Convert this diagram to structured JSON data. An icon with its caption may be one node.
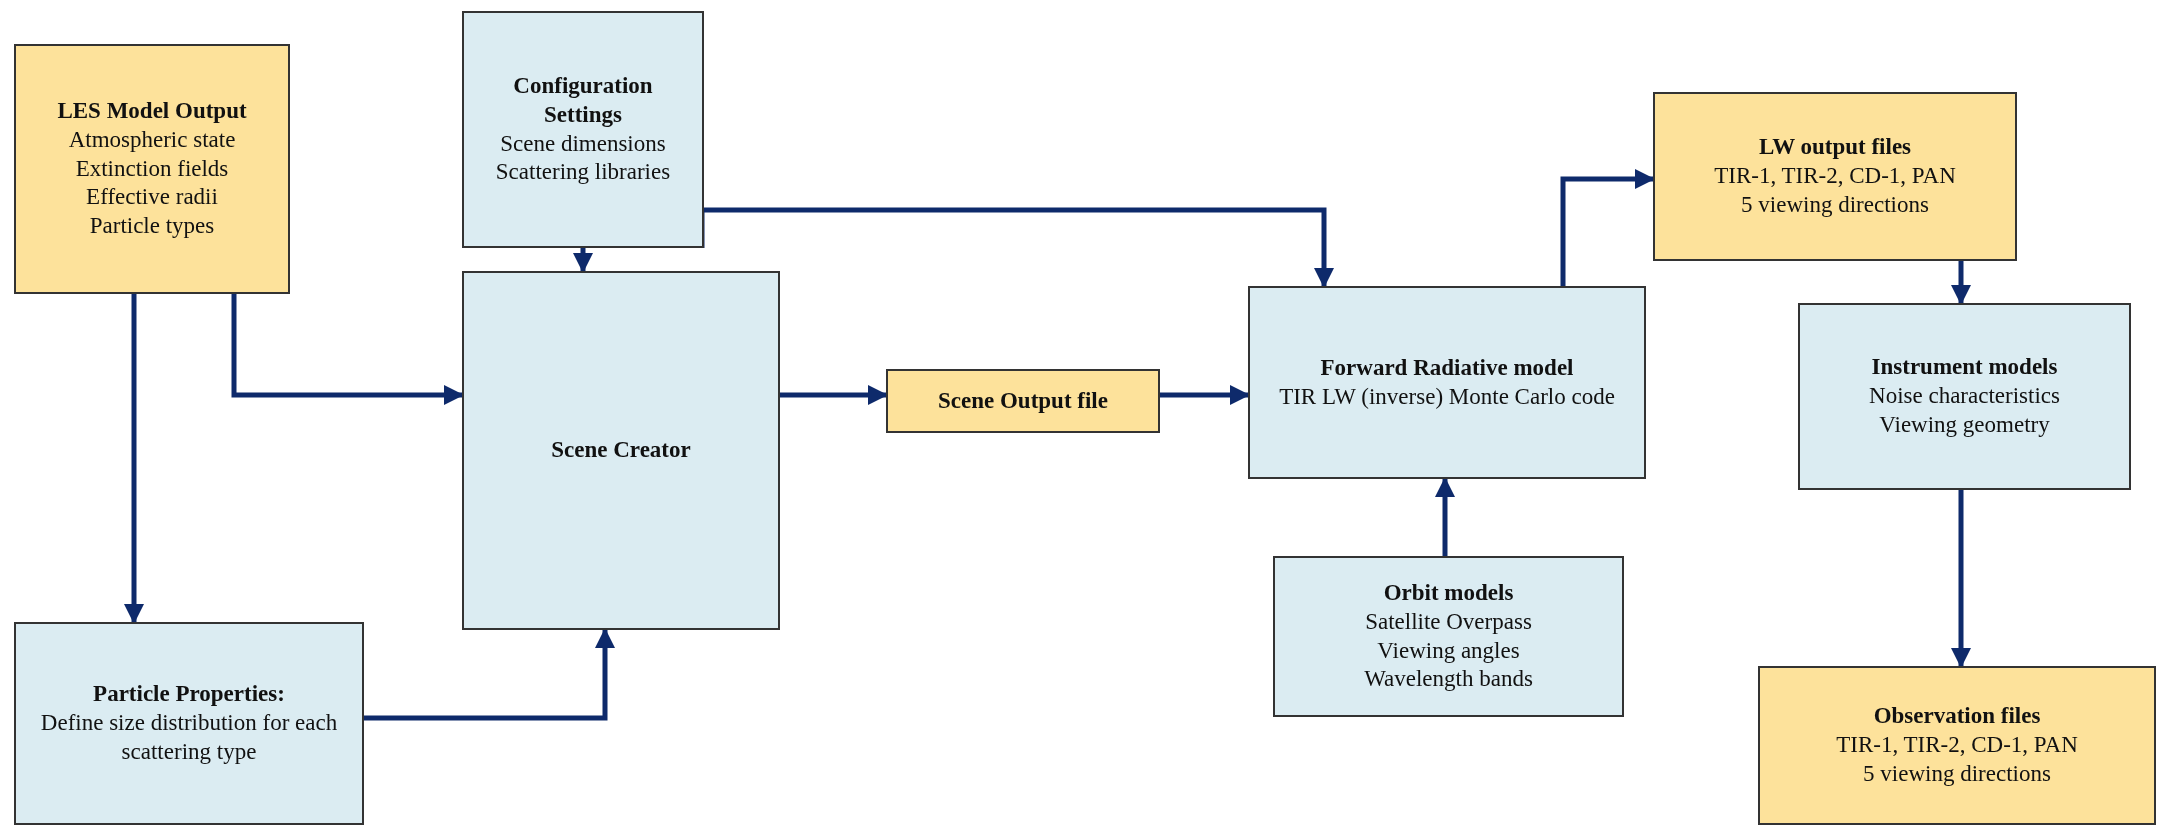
{
  "diagram": {
    "nodes": [
      {
        "text": [
          "LES Model Output",
          "Atmospheric state",
          "Extinction fields",
          "Effective radii",
          "Particle types"
        ]
      },
      {
        "text": [
          "Configuration Settings",
          "Scene dimensions",
          "Scattering libraries"
        ]
      },
      {
        "text": [
          "Scene Creator"
        ]
      },
      {
        "text": [
          "Scene Output file"
        ]
      },
      {
        "text": [
          "Forward Radiative model",
          "TIR LW (inverse) Monte Carlo code"
        ]
      },
      {
        "text": [
          "LW output files",
          "TIR-1, TIR-2, CD-1, PAN",
          "5 viewing directions"
        ]
      },
      {
        "text": [
          "Instrument models",
          "Noise characteristics",
          "Viewing geometry"
        ]
      },
      {
        "text": [
          "Orbit models",
          "Satellite Overpass",
          "Viewing angles",
          "Wavelength bands"
        ]
      },
      {
        "text": [
          "Particle Properties:",
          "Define size distribution for each scattering type"
        ]
      },
      {
        "text": [
          "Observation files",
          "TIR-1, TIR-2, CD-1, PAN",
          "5 viewing directions"
        ]
      }
    ],
    "edges": [
      {
        "from": 0,
        "to": 2,
        "arrow": "to"
      },
      {
        "from": 0,
        "to": 8,
        "arrow": "to"
      },
      {
        "from": 1,
        "to": 2,
        "arrow": "to"
      },
      {
        "from": 1,
        "to": 4,
        "arrow": "to"
      },
      {
        "from": 8,
        "to": 2,
        "arrow": "to"
      },
      {
        "from": 2,
        "to": 3,
        "arrow": "to"
      },
      {
        "from": 3,
        "to": 4,
        "arrow": "to"
      },
      {
        "from": 7,
        "to": 4,
        "arrow": "to"
      },
      {
        "from": 4,
        "to": 5,
        "arrow": "to"
      },
      {
        "from": 5,
        "to": 6,
        "arrow": "to"
      },
      {
        "from": 6,
        "to": 9,
        "arrow": "to"
      }
    ]
  }
}
